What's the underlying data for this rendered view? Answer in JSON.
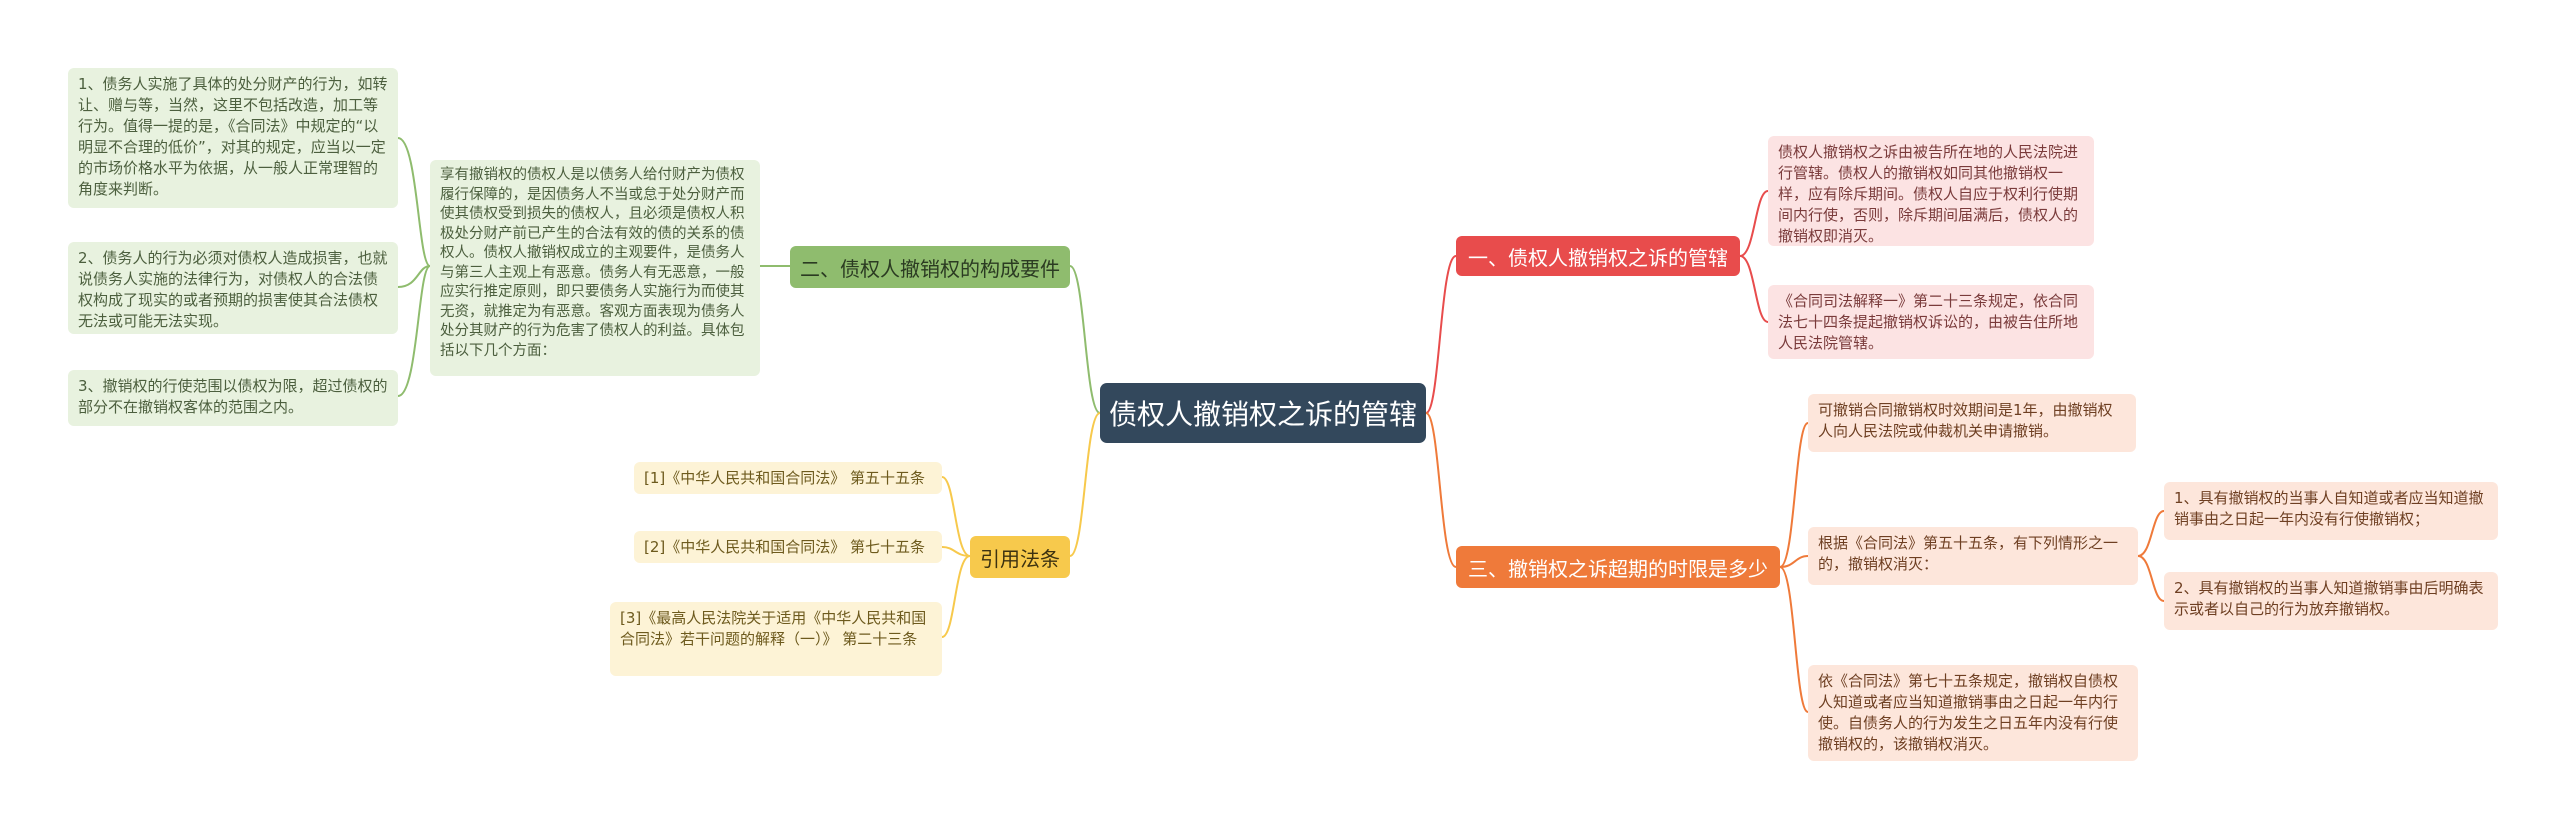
{
  "root": {
    "title": "债权人撤销权之诉的管辖"
  },
  "branches": {
    "jurisdiction": {
      "label": "一、债权人撤销权之诉的管辖",
      "items": [
        "债权人撤销权之诉由被告所在地的人民法院进行管辖。债权人的撤销权如同其他撤销权一样，应有除斥期间。债权人自应于权利行使期间内行使，否则，除斥期间届满后，债权人的撤销权即消灭。",
        "《合同司法解释一》第二十三条规定，依合同法七十四条提起撤销权诉讼的，由被告住所地人民法院管辖。"
      ]
    },
    "time_limit": {
      "label": "三、撤销权之诉超期的时限是多少",
      "items": [
        "可撤销合同撤销权时效期间是1年，由撤销权人向人民法院或仲裁机关申请撤销。",
        "根据《合同法》第五十五条，有下列情形之一的，撤销权消灭：",
        "依《合同法》第七十五条规定，撤销权自债权人知道或者应当知道撤销事由之日起一年内行使。自债务人的行为发生之日五年内没有行使撤销权的，该撤销权消灭。"
      ],
      "subitems": [
        "1、具有撤销权的当事人自知道或者应当知道撤销事由之日起一年内没有行使撤销权；",
        "2、具有撤销权的当事人知道撤销事由后明确表示或者以自己的行为放弃撤销权。"
      ]
    },
    "elements": {
      "label": "二、债权人撤销权的构成要件",
      "summary": "享有撤销权的债权人是以债务人给付财产为债权履行保障的，是因债务人不当或怠于处分财产而使其债权受到损失的债权人，且必须是债权人积极处分财产前已产生的合法有效的债的关系的债权人。债权人撤销权成立的主观要件，是债务人与第三人主观上有恶意。债务人有无恶意，一般应实行推定原则，即只要债务人实施行为而使其无资，就推定为有恶意。客观方面表现为债务人处分其财产的行为危害了债权人的利益。具体包括以下几个方面：",
      "items": [
        "1、债务人实施了具体的处分财产的行为，如转让、赠与等，当然，这里不包括改造，加工等行为。值得一提的是，《合同法》中规定的“以明显不合理的低价”，对其的规定，应当以一定的市场价格水平为依据，从一般人正常理智的角度来判断。",
        "2、债务人的行为必须对债权人造成损害，也就说债务人实施的法律行为，对债权人的合法债权构成了现实的或者预期的损害使其合法债权无法或可能无法实现。",
        "3、撤销权的行使范围以债权为限，超过债权的部分不在撤销权客体的范围之内。"
      ]
    },
    "laws": {
      "label": "引用法条",
      "items": [
        "[1]《中华人民共和国合同法》 第五十五条",
        "[2]《中华人民共和国合同法》 第七十五条",
        "[3]《最高人民法院关于适用《中华人民共和国合同法》若干问题的解释（一）》 第二十三条"
      ]
    }
  },
  "colors": {
    "root": "#33485c",
    "red": "#e84c4c",
    "orange": "#ef7a3a",
    "green": "#8fbc6e",
    "yellow": "#f7c94c"
  }
}
